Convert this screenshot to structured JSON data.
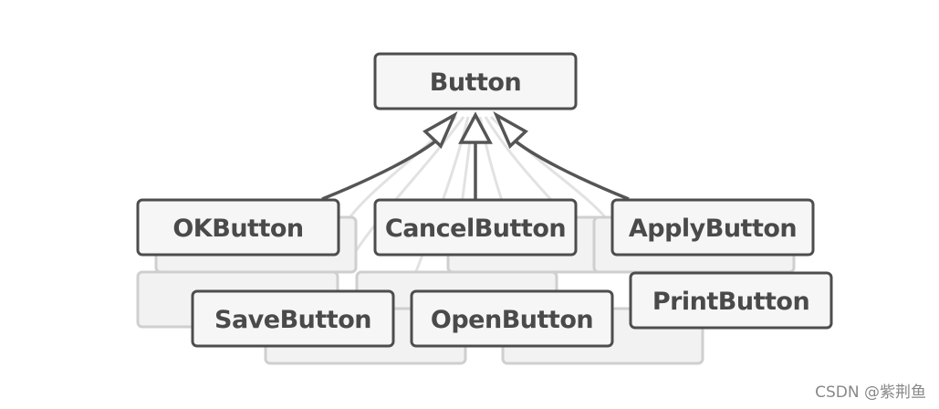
{
  "diagram": {
    "parent": {
      "id": "button",
      "label": "Button"
    },
    "children": [
      {
        "id": "okbutton",
        "label": "OKButton"
      },
      {
        "id": "cancelbutton",
        "label": "CancelButton"
      },
      {
        "id": "applybutton",
        "label": "ApplyButton"
      },
      {
        "id": "savebutton",
        "label": "SaveButton"
      },
      {
        "id": "openbutton",
        "label": "OpenButton"
      },
      {
        "id": "printbutton",
        "label": "PrintButton"
      }
    ],
    "colors": {
      "box_fill": "#f6f6f6",
      "box_stroke": "#4d4d4d",
      "ghost_fill": "#f2f2f2",
      "ghost_stroke": "#cfcfcf",
      "arrow": "#555555",
      "ghost_line": "#e2e2e2"
    }
  },
  "watermark": "CSDN @紫荆鱼"
}
